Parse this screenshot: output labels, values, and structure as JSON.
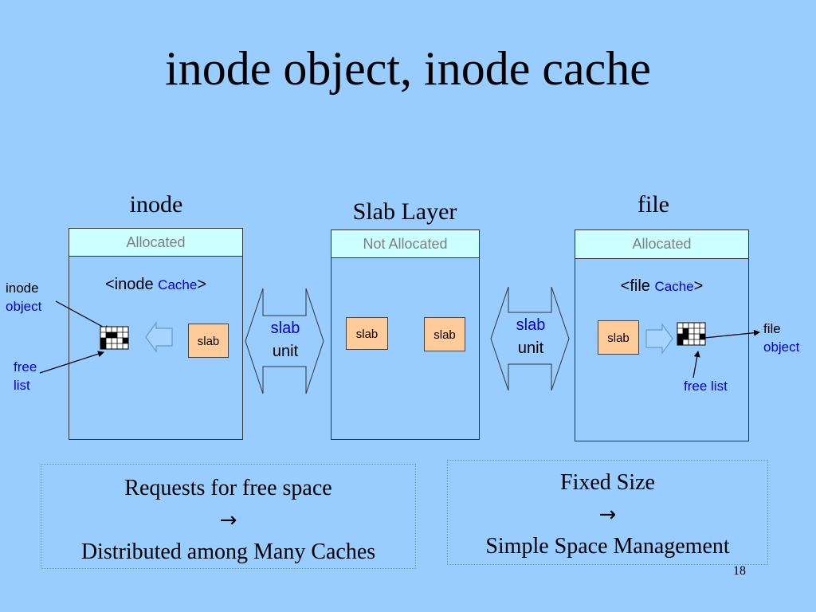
{
  "title": "inode object, inode cache",
  "columns": {
    "inode": {
      "title": "inode",
      "header": "Allocated",
      "cache_open": "<",
      "cache_name": "inode",
      "cache_word": "Cache",
      "cache_close": ">",
      "slab": "slab"
    },
    "slab_layer": {
      "title": "Slab Layer",
      "header": "Not  Allocated",
      "slab_left": "slab",
      "slab_right": "slab"
    },
    "file": {
      "title": "file",
      "header": "Allocated",
      "cache_open": "<",
      "cache_name": "file",
      "cache_word": "Cache",
      "cache_close": ">",
      "slab": "slab"
    }
  },
  "exchange_left": {
    "line1": "slab",
    "line2": "unit"
  },
  "exchange_right": {
    "line1": "slab",
    "line2": "unit"
  },
  "labels": {
    "inode_object_1": "inode",
    "inode_object_2": "object",
    "free_list_left_1": "free",
    "free_list_left_2": "list",
    "file_object_1": "file",
    "file_object_2": "object",
    "free_list_right": "free list"
  },
  "notes": {
    "left": {
      "line1": "Requests for free space",
      "arrow": "→",
      "line2": "Distributed among Many Caches"
    },
    "right": {
      "line1": "Fixed Size",
      "arrow": "→",
      "line2": "Simple  Space Management"
    }
  },
  "page_number": "18",
  "colors": {
    "background": "#99CCFF",
    "header": "#CCFFFF",
    "slab": "#FFCC99",
    "accent_text": "#0000CC"
  },
  "grid_icon": {
    "rows": 4,
    "cols": 5,
    "inode_filled_cells": [
      [
        1,
        1
      ],
      [
        1,
        2
      ],
      [
        2,
        0
      ],
      [
        2,
        4
      ],
      [
        3,
        0
      ]
    ],
    "file_filled_cells": [
      [
        1,
        1
      ],
      [
        2,
        0
      ],
      [
        2,
        1
      ],
      [
        2,
        4
      ],
      [
        3,
        0
      ]
    ]
  }
}
